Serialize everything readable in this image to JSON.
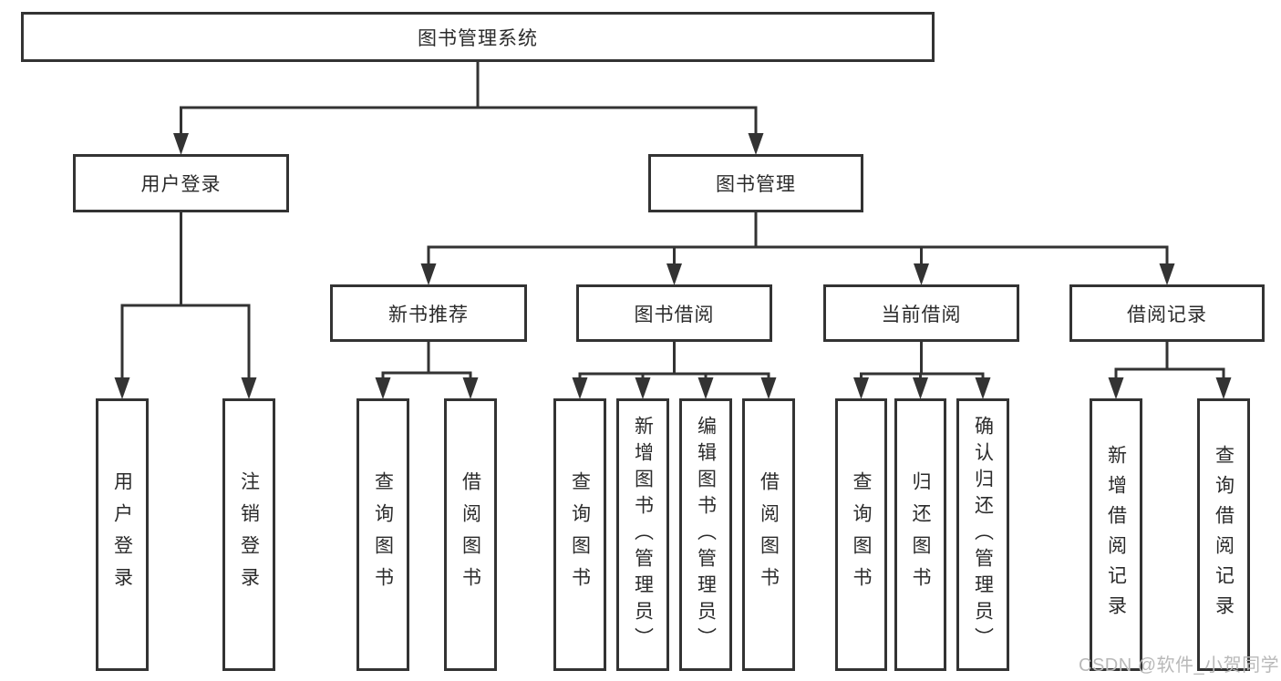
{
  "diagram": {
    "title": "图书管理系统",
    "nodes": [
      {
        "id": "root",
        "label": "图书管理系统",
        "orientation": "horizontal",
        "level": 0
      },
      {
        "id": "user-login",
        "label": "用户登录",
        "orientation": "horizontal",
        "level": 1
      },
      {
        "id": "book-mgmt",
        "label": "图书管理",
        "orientation": "horizontal",
        "level": 1
      },
      {
        "id": "new-books",
        "label": "新书推荐",
        "orientation": "horizontal",
        "level": 2
      },
      {
        "id": "book-borrow",
        "label": "图书借阅",
        "orientation": "horizontal",
        "level": 2
      },
      {
        "id": "current-borrow",
        "label": "当前借阅",
        "orientation": "horizontal",
        "level": 2
      },
      {
        "id": "borrow-records",
        "label": "借阅记录",
        "orientation": "horizontal",
        "level": 2
      },
      {
        "id": "leaf-user-login",
        "label": "用户登录",
        "orientation": "vertical",
        "level": 3
      },
      {
        "id": "leaf-logout",
        "label": "注销登录",
        "orientation": "vertical",
        "level": 3
      },
      {
        "id": "leaf-nb-query",
        "label": "查询图书",
        "orientation": "vertical",
        "level": 3
      },
      {
        "id": "leaf-nb-borrow",
        "label": "借阅图书",
        "orientation": "vertical",
        "level": 3
      },
      {
        "id": "leaf-bb-query",
        "label": "查询图书",
        "orientation": "vertical",
        "level": 3
      },
      {
        "id": "leaf-bb-add",
        "label": "新增图书（管理员）",
        "orientation": "vertical",
        "level": 3
      },
      {
        "id": "leaf-bb-edit",
        "label": "编辑图书（管理员）",
        "orientation": "vertical",
        "level": 3
      },
      {
        "id": "leaf-bb-borrow",
        "label": "借阅图书",
        "orientation": "vertical",
        "level": 3
      },
      {
        "id": "leaf-cb-query",
        "label": "查询图书",
        "orientation": "vertical",
        "level": 3
      },
      {
        "id": "leaf-cb-return",
        "label": "归还图书",
        "orientation": "vertical",
        "level": 3
      },
      {
        "id": "leaf-cb-confirm",
        "label": "确认归还（管理员）",
        "orientation": "vertical",
        "level": 3
      },
      {
        "id": "leaf-br-add",
        "label": "新增借阅记录",
        "orientation": "vertical",
        "level": 3
      },
      {
        "id": "leaf-br-query",
        "label": "查询借阅记录",
        "orientation": "vertical",
        "level": 3
      }
    ],
    "edges": [
      {
        "from": "root",
        "to": [
          "user-login",
          "book-mgmt"
        ]
      },
      {
        "from": "user-login",
        "to": [
          "leaf-user-login",
          "leaf-logout"
        ]
      },
      {
        "from": "book-mgmt",
        "to": [
          "new-books",
          "book-borrow",
          "current-borrow",
          "borrow-records"
        ]
      },
      {
        "from": "new-books",
        "to": [
          "leaf-nb-query",
          "leaf-nb-borrow"
        ]
      },
      {
        "from": "book-borrow",
        "to": [
          "leaf-bb-query",
          "leaf-bb-add",
          "leaf-bb-edit",
          "leaf-bb-borrow"
        ]
      },
      {
        "from": "current-borrow",
        "to": [
          "leaf-cb-query",
          "leaf-cb-return",
          "leaf-cb-confirm"
        ]
      },
      {
        "from": "borrow-records",
        "to": [
          "leaf-br-add",
          "leaf-br-query"
        ]
      }
    ]
  },
  "watermark": {
    "text": "CSDN @软件_小贺同学",
    "color": "#b9b9b9"
  },
  "colors": {
    "line": "#333333",
    "box_border": "#333333",
    "text": "#2b2b2b",
    "background": "#ffffff"
  }
}
